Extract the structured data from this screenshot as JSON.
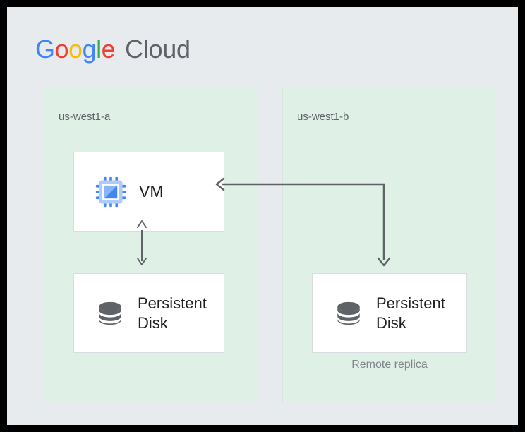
{
  "brand": {
    "google_letters": [
      {
        "char": "G",
        "color": "#4285f4"
      },
      {
        "char": "o",
        "color": "#ea4335"
      },
      {
        "char": "o",
        "color": "#fbbc05"
      },
      {
        "char": "g",
        "color": "#4285f4"
      },
      {
        "char": "l",
        "color": "#34a853"
      },
      {
        "char": "e",
        "color": "#ea4335"
      }
    ],
    "product": "Cloud"
  },
  "colors": {
    "zone_fill": "#dff0e7",
    "zone_border": "#d6e6dd",
    "canvas": "#e8ebee",
    "node_fill": "#ffffff",
    "node_border": "#dadce0",
    "connector": "#5f6368",
    "label_text": "#5f6368",
    "node_text": "#202124",
    "caption_text": "#80868b",
    "chip_blue": "#4285f4",
    "chip_light_blue": "#aecbfa",
    "disk_gray": "#5f6368"
  },
  "zones": [
    {
      "id": "us-west1-a",
      "label": "us-west1-a",
      "nodes": [
        {
          "id": "vm",
          "label": "VM",
          "icon": "chip-icon"
        },
        {
          "id": "persistent-disk-primary",
          "label": "Persistent Disk",
          "icon": "disk-icon"
        }
      ]
    },
    {
      "id": "us-west1-b",
      "label": "us-west1-b",
      "caption": "Remote replica",
      "nodes": [
        {
          "id": "persistent-disk-replica",
          "label": "Persistent Disk",
          "icon": "disk-icon"
        }
      ]
    }
  ],
  "connectors": [
    {
      "id": "vm-to-disk",
      "from": "vm",
      "to": "persistent-disk-primary",
      "direction": "bidirectional",
      "orientation": "vertical"
    },
    {
      "id": "replica-to-vm",
      "from": "persistent-disk-replica",
      "to": "vm",
      "direction": "bidirectional",
      "orientation": "elbow"
    }
  ]
}
